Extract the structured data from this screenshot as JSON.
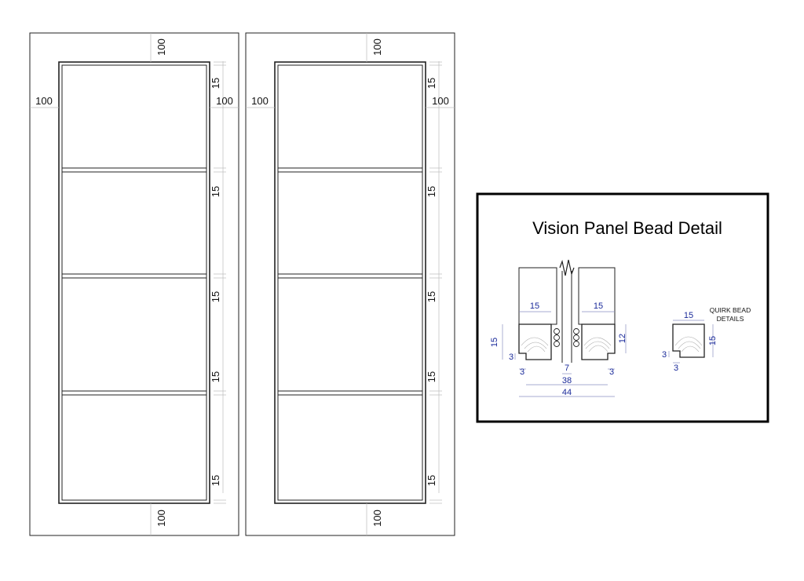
{
  "doors": [
    {
      "dims": {
        "top_rail": "100",
        "left_stile": "100",
        "right_stile": "100",
        "bottom_rail": "100"
      },
      "glazing_bars": [
        "15",
        "15",
        "15",
        "15",
        "15"
      ]
    },
    {
      "dims": {
        "top_rail": "100",
        "left_stile": "100",
        "right_stile": "100",
        "bottom_rail": "100"
      },
      "glazing_bars": [
        "15",
        "15",
        "15",
        "15",
        "15"
      ]
    }
  ],
  "bead_detail": {
    "title": "Vision Panel Bead Detail",
    "section": {
      "bead_width_left": "15",
      "bead_width_right": "15",
      "bead_height_left": "15",
      "bead_height_right": "12",
      "quirk_left_v": "3",
      "quirk_left_h": "3",
      "quirk_right_h": "3",
      "glass_gap": "7",
      "inner_width": "38",
      "overall_width": "44"
    },
    "quirk": {
      "note_line1": "QUIRK BEAD",
      "note_line2": "DETAILS",
      "width": "15",
      "height": "15",
      "quirk_v": "3",
      "quirk_h": "3"
    }
  }
}
